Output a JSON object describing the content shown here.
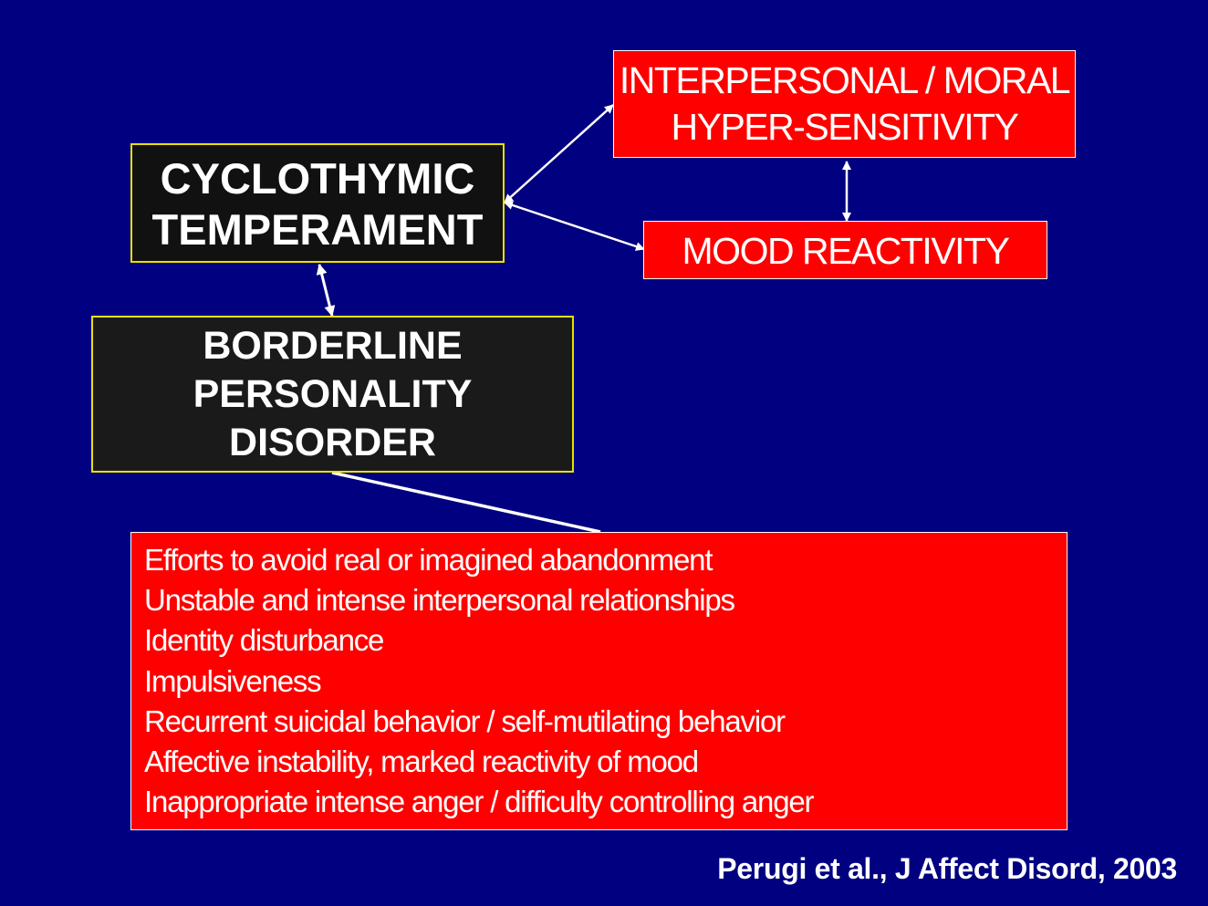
{
  "nodes": {
    "cyclothymic": {
      "lines": [
        "CYCLOTHYMIC",
        "TEMPERAMENT"
      ]
    },
    "interpersonal": {
      "lines": [
        "INTERPERSONAL / MORAL",
        "HYPER-SENSITIVITY"
      ]
    },
    "mood": {
      "label": "MOOD REACTIVITY"
    },
    "borderline": {
      "lines": [
        "BORDERLINE",
        "PERSONALITY",
        "DISORDER"
      ]
    }
  },
  "criteria": [
    "Efforts to avoid real or imagined abandonment",
    "Unstable and intense interpersonal relationships",
    "Identity disturbance",
    "Impulsiveness",
    "Recurrent suicidal behavior / self-mutilating behavior",
    "Affective instability, marked reactivity of mood",
    "Inappropriate intense anger / difficulty controlling anger"
  ],
  "citation": "Perugi et al., J Affect Disord, 2003",
  "colors": {
    "background": "#000080",
    "red_box": "#ff0000",
    "dark_box": "#111111",
    "dark_box_border": "#e8e000",
    "text": "#ffffff"
  }
}
